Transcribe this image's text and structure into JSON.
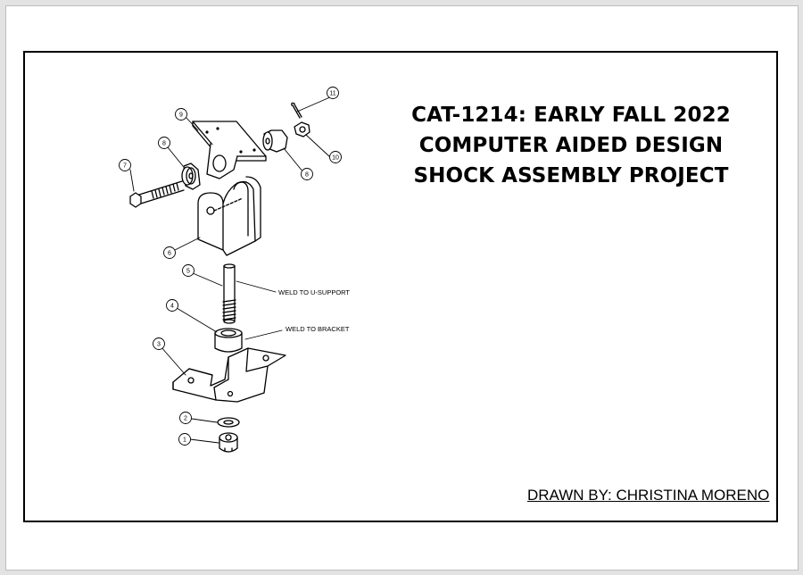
{
  "title_block": {
    "line1": "CAT-1214: EARLY FALL 2022",
    "line2": "COMPUTER AIDED DESIGN",
    "line3": "SHOCK ASSEMBLY PROJECT",
    "drawn_by": "DRAWN BY: CHRISTINA MORENO"
  },
  "drawing": {
    "callouts": [
      "1",
      "2",
      "3",
      "4",
      "5",
      "6",
      "7",
      "8",
      "8",
      "9",
      "10",
      "11"
    ],
    "notes": {
      "weld_u_support": "WELD TO U-SUPPORT",
      "weld_bracket": "WELD TO BRACKET"
    }
  }
}
